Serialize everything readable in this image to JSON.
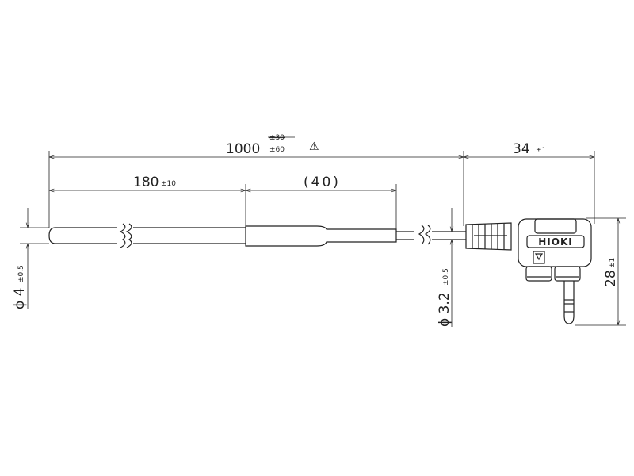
{
  "drawing": {
    "cable_length": {
      "value": "1000",
      "tol_old": "±30",
      "tol": "±60",
      "warning_symbol": "⚠"
    },
    "connector_length": {
      "value": "34",
      "tol": "±1"
    },
    "probe_length": {
      "value": "180",
      "tol": "±10"
    },
    "sleeve_length": {
      "value": "(40)"
    },
    "probe_diameter": {
      "value": "ϕ 4",
      "tol": "±0.5"
    },
    "cable_diameter": {
      "value": "ϕ 3.2",
      "tol": "±0.5"
    },
    "connector_height": {
      "value": "28",
      "tol": "±1"
    },
    "brand_label": "HIOKI"
  }
}
